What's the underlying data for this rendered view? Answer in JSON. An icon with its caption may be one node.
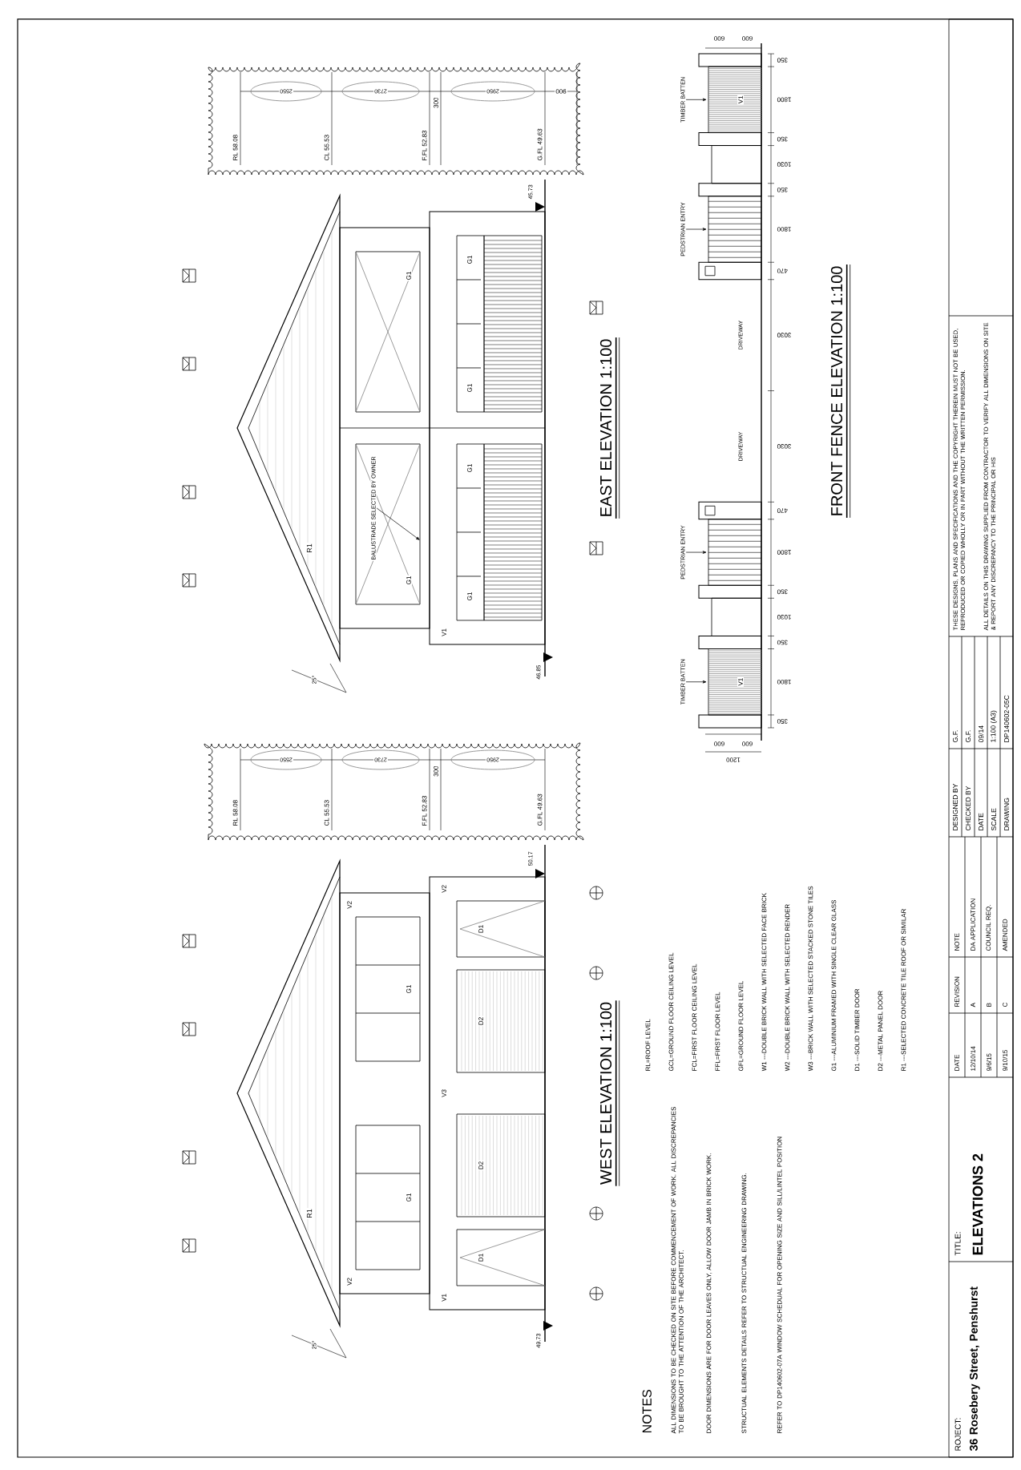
{
  "diagram": {
    "nodes": [
      {
        "text": [
          "BALUSTRADE SELECTED BY OWNER"
        ]
      },
      {
        "text": [
          "TIMBER BATTEN"
        ]
      },
      {
        "text": [
          "PEDSTRIAN ENTRY"
        ]
      },
      {
        "text": [
          "PEDSTRIAN ENTRY"
        ]
      },
      {
        "text": [
          "TIMBER BATTEN"
        ]
      }
    ],
    "edges": [
      {
        "from": 0,
        "to": null,
        "arrow": "to"
      },
      {
        "from": 1,
        "to": null,
        "arrow": "to"
      },
      {
        "from": 2,
        "to": null,
        "arrow": "to"
      },
      {
        "from": 3,
        "to": null,
        "arrow": "to"
      },
      {
        "from": 4,
        "to": null,
        "arrow": "to"
      }
    ],
    "labels": [
      "RL 58.08",
      "CL 55.53",
      "F.FL 52.83",
      "G.FL 49.63",
      "2550",
      "2730",
      "300",
      "2950",
      "R1",
      "25°",
      "V2",
      "V2",
      "G1",
      "G1",
      "V3",
      "V1",
      "V2",
      "D1",
      "D2",
      "D2",
      "D1",
      "50.17",
      "49.73",
      "WEST ELEVATION 1:100",
      "RL 58.08",
      "CL 55.53",
      "F.FL 52.83",
      "G.FL 49.63",
      "2550",
      "2730",
      "300",
      "2950",
      "900",
      "R1",
      "25°",
      "V1",
      "G1",
      "G1",
      "G1",
      "G1",
      "G1",
      "G1",
      "46.85",
      "45.73",
      "EAST ELEVATION 1:100",
      "600",
      "600",
      "1200",
      "350",
      "1800",
      "350",
      "1030",
      "350",
      "1800",
      "470",
      "3030",
      "3030",
      "470",
      "1800",
      "350",
      "1030",
      "350",
      "1800",
      "350",
      "V1",
      "V1",
      "DRIVEWAY",
      "DRIVEWAY",
      "600",
      "600",
      "FRONT FENCE ELEVATION 1:100",
      "NOTES",
      "ALL DIMENSIONS TO BE CHECKED ON SITE BEFORE COMMENCEMENT OF WORK. ALL DISCREPANCIES TO BE BROUGHT TO THE ATTENTION OF THE ARCHITECT.",
      "DOOR DIMENSIONS ARE FOR DOOR LEAVES ONLY, ALLOW DOOR JAMB IN BRICK WORK.",
      "STRUCTUAL ELEMENTS DETAILS REFER TO STRUCTUAL ENGINEERING DRAWING.",
      "REFER TO DP140602-07A WINDOW SCHEDUAL FOR OPENING SIZE AND SILL/LINTEL POSITION",
      "RL=ROOF LEVEL",
      "GCL=GROUND FLOOR CEILING LEVEL",
      "FCL=FIRST FLOOR CEILING LEVEL",
      "FFL=FIRST FLOOR LEVEL",
      "GFL=GROUND FLOOR LEVEL",
      "W1 ---DOUBLE BRICK WALL WITH SELECTED FACE BRICK",
      "W2 ---DOUBLE BRICK WALL WITH SELECTED RENDER",
      "W3 ---BRICK WALL WITH SELECTED STACKED STONE TILES",
      "G1 ---ALUMINIUM FRAMED WITH SINGLE CLEAR GLASS",
      "D1 ---SOLID TIMBER DOOR",
      "D2 ---METAL PANEL DOOR",
      "R1 ---SELECTED CONCRETE TILE ROOF OR SIMILAR",
      "ROJECT:",
      "36 Rosebery Street, Penshurst",
      "TITLE:",
      "ELEVATIONS 2",
      "DATE",
      "REVISION",
      "NOTE",
      "12/10/14",
      "A",
      "DA APPLICATION",
      "9/6/15",
      "B",
      "COUNCIL REQ.",
      "9/10/15",
      "C",
      "AMENDED",
      "DESIGNED BY",
      "G.F.",
      "CHECKED BY",
      "G.F.",
      "DATE",
      "09/14",
      "SCALE",
      "1:100 (A3)",
      "DRAWING",
      "DP140602-05C",
      "THESE DESIGNS, PLANS AND SPECIFICATIONS AND THE COPYRIGHT THEREIN MUST NOT BE USED, REPRODUCED OR COPIED WHOLLY OR IN PART WITHOUT THE WRITTEN PERMISSION.",
      "ALL DETAILS ON THIS DRAWING SUPPLIED FROM CONTRACTOR TO VERIFY ALL DIMENSIONS ON SITE & REPORT ANY DISCREPANCY TO THE PRINCIPAL OR HIS"
    ]
  }
}
